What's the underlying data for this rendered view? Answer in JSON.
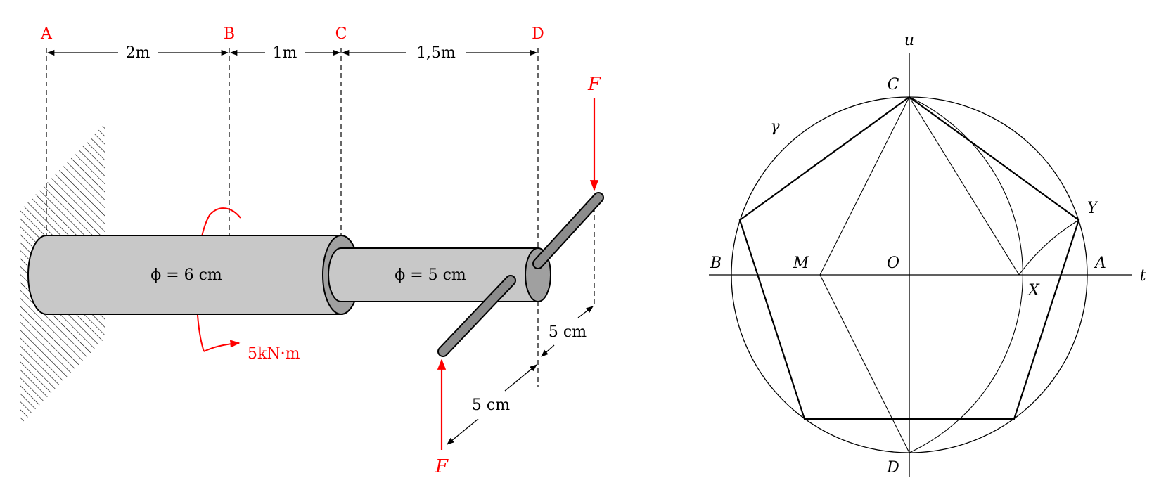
{
  "shaft": {
    "points": [
      "A",
      "B",
      "C",
      "D"
    ],
    "dims": [
      "2m",
      "1m",
      "1,5m"
    ],
    "section1": "ϕ = 6 cm",
    "section2": "ϕ = 5 cm",
    "torque": "5kN·m",
    "force_top": "F",
    "force_bottom": "F",
    "arm_dim1": "5 cm",
    "arm_dim2": "5 cm"
  },
  "pentagon": {
    "axis_u": "u",
    "axis_t": "t",
    "C": "C",
    "gamma": "γ",
    "Y": "Y",
    "B": "B",
    "M": "M",
    "O": "O",
    "A": "A",
    "X": "X",
    "D": "D"
  },
  "colors": {
    "accent": "#ff0000",
    "shaft_fill": "#c8c8c8",
    "end_fill": "#a0a0a0",
    "arm_fill": "#8c8c8c"
  }
}
